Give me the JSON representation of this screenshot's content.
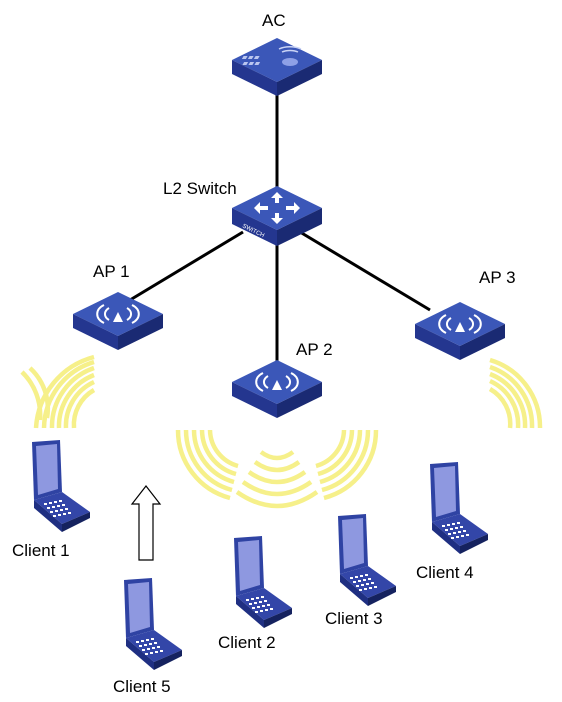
{
  "labels": {
    "ac": "AC",
    "switch": "L2 Switch",
    "switch_badge": "SWITCH",
    "ap1": "AP 1",
    "ap2": "AP 2",
    "ap3": "AP 3",
    "client1": "Client 1",
    "client2": "Client 2",
    "client3": "Client 3",
    "client4": "Client 4",
    "client5": "Client 5"
  },
  "colors": {
    "device_top": "#3b57b8",
    "device_side": "#1a2a73",
    "device_front": "#24368f",
    "link": "#000000",
    "wifi_wave": "#f6f08a",
    "laptop_screen": "#8e98e0",
    "laptop_body": "#3346a8",
    "arrow_fill": "#ffffff",
    "arrow_stroke": "#000000"
  },
  "icons": {
    "ac": "access-controller-icon",
    "switch": "l2-switch-icon",
    "ap": "wireless-access-point-icon",
    "laptop": "laptop-icon",
    "arrow": "up-arrow-icon"
  }
}
